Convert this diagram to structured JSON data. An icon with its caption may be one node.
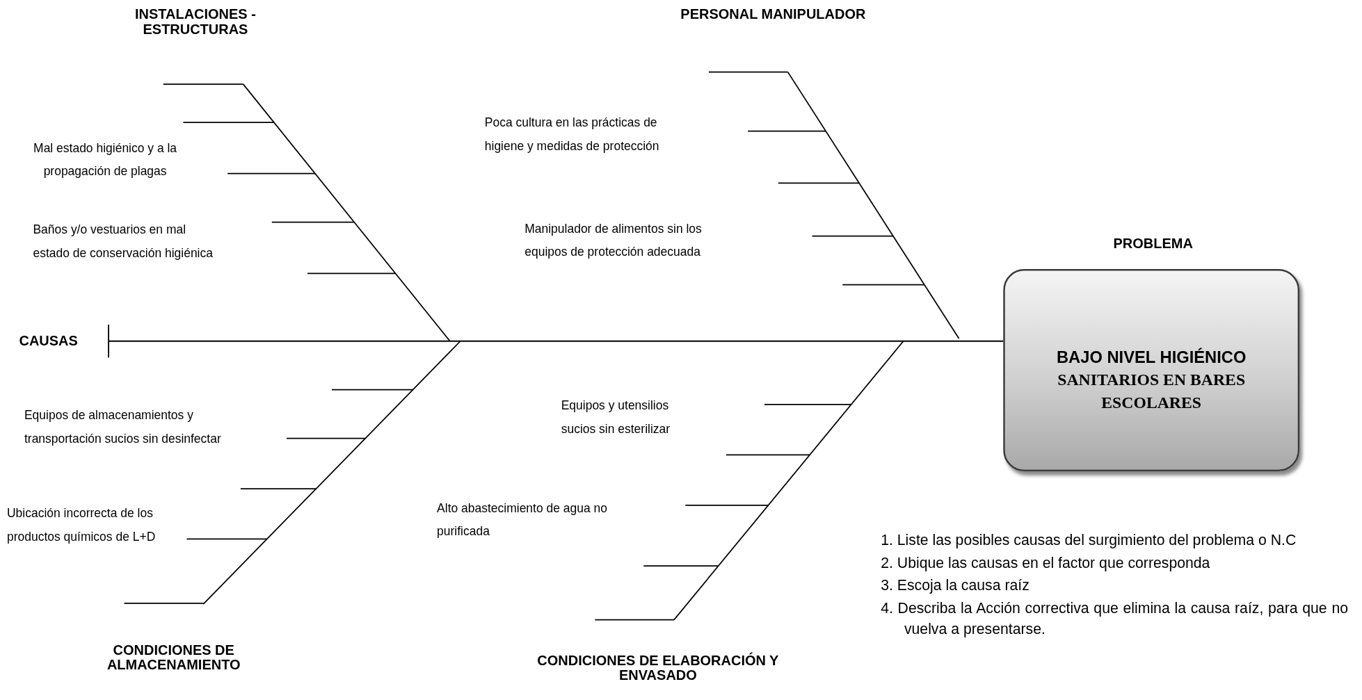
{
  "diagram": {
    "nodes": [
      {
        "text": [
          "CAUSAS"
        ]
      },
      {
        "text": [
          "PROBLEMA",
          "BAJO NIVEL HIGIÉNICO",
          "SANITARIOS EN BARES ESCOLARES"
        ]
      }
    ],
    "edges": [
      {
        "from": 0,
        "to": 1,
        "arrow": "other"
      }
    ],
    "labels": [
      "INSTALACIONES - ESTRUCTURAS",
      "PERSONAL MANIPULADOR",
      "Poca cultura en las prácticas de higiene y medidas de protección",
      "Mal estado higiénico y a la propagación de plagas",
      "Baños y/o vestuarios en mal estado de conservación higiénica",
      "Manipulador de alimentos sin los equipos de protección adecuada",
      "Equipos de almacenamientos y transportación sucios sin desinfectar",
      "Equipos y utensilios sucios sin esterilizar",
      "Ubicación incorrecta de los productos químicos de L+D",
      "Alto abastecimiento de agua no purificada",
      "1. Liste las posibles causas del surgimiento del problema o N.C",
      "2. Ubique las causas en el factor  que corresponda",
      "3. Escoja la causa raíz",
      "4. Describa la Acción correctiva que elimina la causa raíz, para que no vuelva a presentarse.",
      "CONDICIONES DE ALMACENAMIENTO",
      "CONDICIONES DE ELABORACIÓN Y ENVASADO"
    ]
  }
}
